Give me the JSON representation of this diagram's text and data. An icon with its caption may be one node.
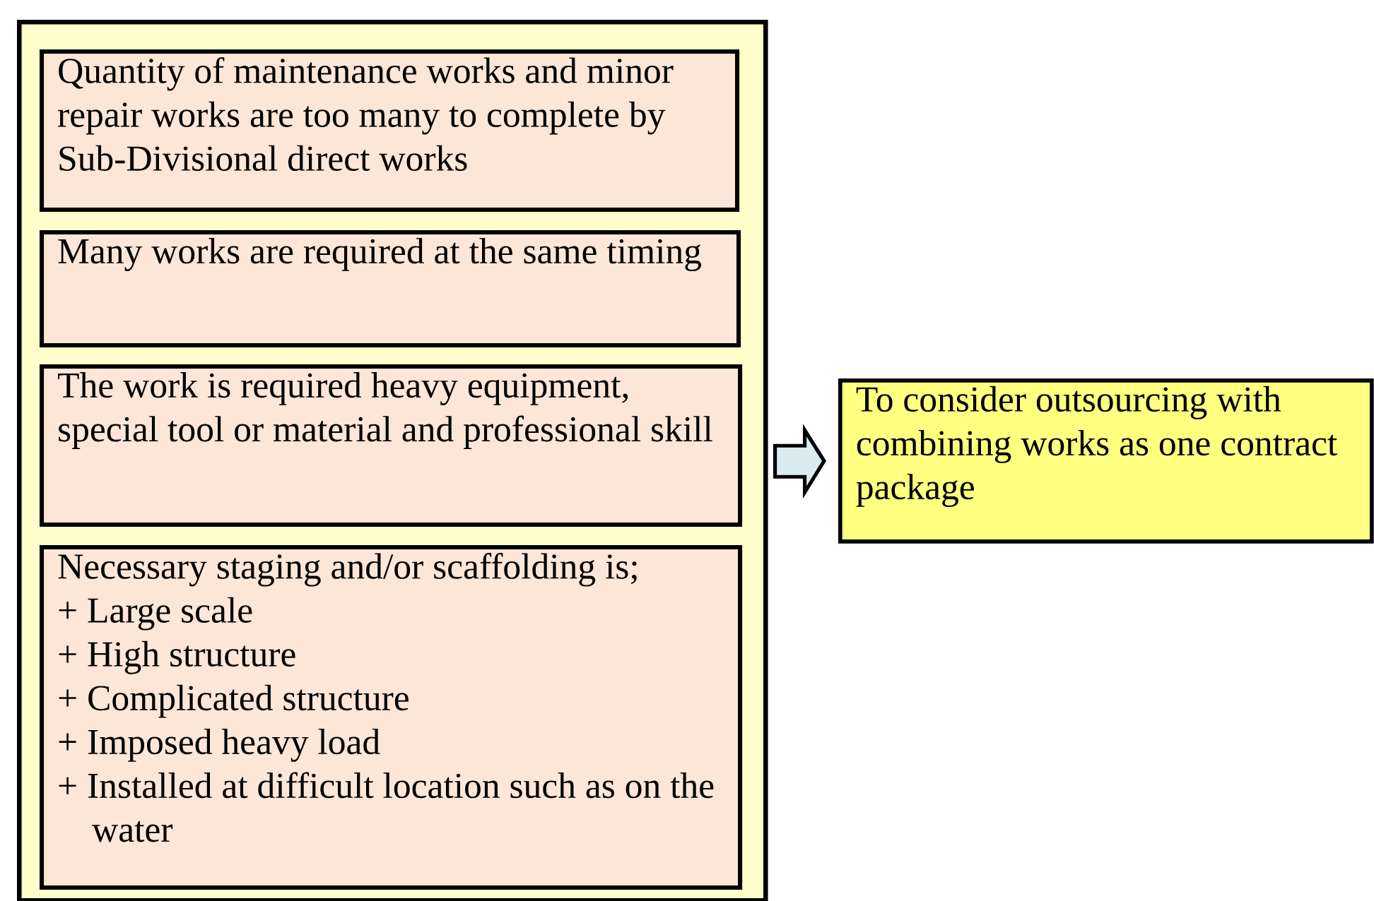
{
  "diagram": {
    "nodes": [
      {
        "text": [],
        "shape": "box"
      },
      {
        "text": [
          "Quantity of maintenance works and minor repair works are too many to complete by Sub-Divisional direct works"
        ],
        "in": 0
      },
      {
        "text": [
          "Many works are required at the same timing"
        ],
        "in": 0
      },
      {
        "text": [
          "The work is required heavy equipment, special tool or material and professional skill"
        ],
        "in": 0
      },
      {
        "text": [
          "Necessary staging and/or scaffolding is;",
          "+ Large scale",
          "+ High structure",
          "+ Complicated structure",
          "+ Imposed heavy load",
          "+ Installed at difficult location such as on the water"
        ],
        "in": 0
      },
      {
        "text": [
          "To consider outsourcing with combining works as one contract package"
        ]
      }
    ],
    "edges": [
      {
        "from": 0,
        "to": 5,
        "arrow": "to"
      }
    ]
  }
}
